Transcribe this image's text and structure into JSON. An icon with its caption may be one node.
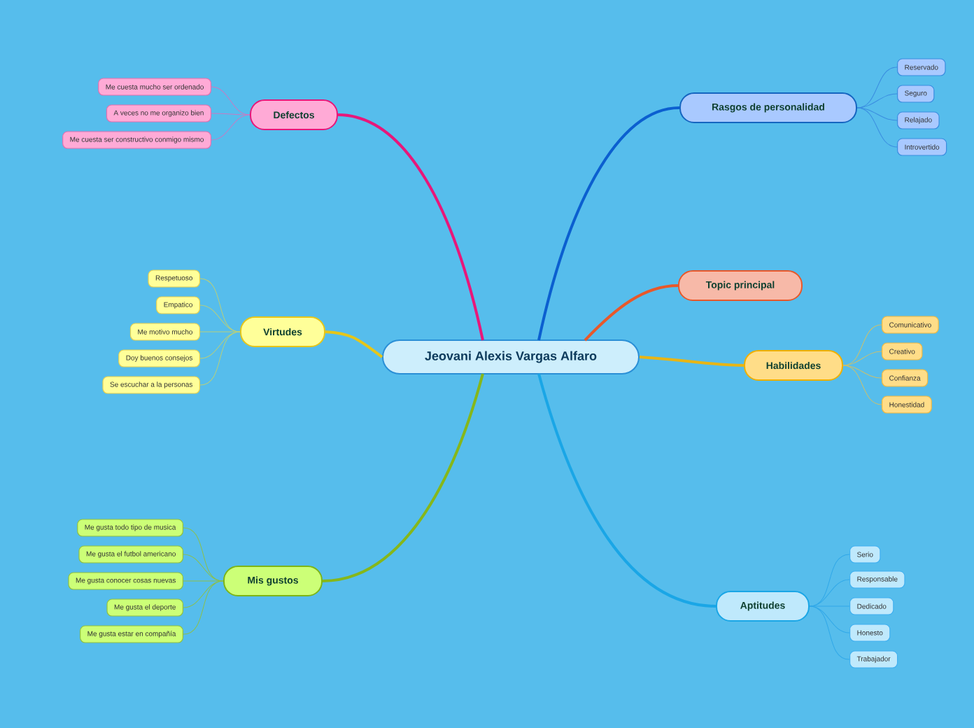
{
  "diagram": {
    "nodes": [
      {
        "text": [
          "Jeovani Alexis Vargas Alfaro"
        ]
      },
      {
        "text": [
          "Defectos"
        ]
      },
      {
        "text": [
          "Me cuesta mucho ser ordenado"
        ]
      },
      {
        "text": [
          "A veces no me organizo bien"
        ]
      },
      {
        "text": [
          "Me cuesta ser constructivo conmigo mismo"
        ]
      },
      {
        "text": [
          "Rasgos de personalidad"
        ]
      },
      {
        "text": [
          "Reservado"
        ]
      },
      {
        "text": [
          "Seguro"
        ]
      },
      {
        "text": [
          "Relajado"
        ]
      },
      {
        "text": [
          "Introvertido"
        ]
      },
      {
        "text": [
          "Topic principal"
        ]
      },
      {
        "text": [
          "Virtudes"
        ]
      },
      {
        "text": [
          "Respetuoso"
        ]
      },
      {
        "text": [
          "Empatico"
        ]
      },
      {
        "text": [
          "Me motivo mucho"
        ]
      },
      {
        "text": [
          "Doy buenos consejos"
        ]
      },
      {
        "text": [
          "Se escuchar  a la personas"
        ]
      },
      {
        "text": [
          "Habilidades"
        ]
      },
      {
        "text": [
          "Comunicativo"
        ]
      },
      {
        "text": [
          "Creativo"
        ]
      },
      {
        "text": [
          "Confianza"
        ]
      },
      {
        "text": [
          "Honestidad"
        ]
      },
      {
        "text": [
          "Mis gustos"
        ]
      },
      {
        "text": [
          "Me gusta todo tipo de musica"
        ]
      },
      {
        "text": [
          "Me gusta el futbol americano"
        ]
      },
      {
        "text": [
          "Me gusta conocer cosas nuevas"
        ]
      },
      {
        "text": [
          "Me gusta el deporte"
        ]
      },
      {
        "text": [
          "Me gusta estar en compañía"
        ]
      },
      {
        "text": [
          "Aptitudes"
        ]
      },
      {
        "text": [
          "Serio"
        ]
      },
      {
        "text": [
          "Responsable"
        ]
      },
      {
        "text": [
          "Dedicado"
        ]
      },
      {
        "text": [
          "Honesto"
        ]
      },
      {
        "text": [
          "Trabajador"
        ]
      }
    ],
    "edges": [
      {
        "from": 0,
        "to": 1,
        "arrow": "none",
        "style": "thick",
        "color": "#e8177a"
      },
      {
        "from": 1,
        "to": 2,
        "arrow": "none",
        "color": "#c77bc4"
      },
      {
        "from": 1,
        "to": 3,
        "arrow": "none",
        "color": "#c77bc4"
      },
      {
        "from": 1,
        "to": 4,
        "arrow": "none",
        "color": "#c77bc4"
      },
      {
        "from": 0,
        "to": 5,
        "arrow": "none",
        "style": "thick",
        "color": "#0b5fd0"
      },
      {
        "from": 5,
        "to": 6,
        "arrow": "none",
        "color": "#3a8de0"
      },
      {
        "from": 5,
        "to": 7,
        "arrow": "none",
        "color": "#3a8de0"
      },
      {
        "from": 5,
        "to": 8,
        "arrow": "none",
        "color": "#3a8de0"
      },
      {
        "from": 5,
        "to": 9,
        "arrow": "none",
        "color": "#3a8de0"
      },
      {
        "from": 0,
        "to": 10,
        "arrow": "none",
        "style": "thick",
        "color": "#e8582a"
      },
      {
        "from": 0,
        "to": 11,
        "arrow": "none",
        "style": "thick",
        "color": "#e6c619"
      },
      {
        "from": 11,
        "to": 12,
        "arrow": "none",
        "color": "#b8cf7a"
      },
      {
        "from": 11,
        "to": 13,
        "arrow": "none",
        "color": "#b8cf7a"
      },
      {
        "from": 11,
        "to": 14,
        "arrow": "none",
        "color": "#b8cf7a"
      },
      {
        "from": 11,
        "to": 15,
        "arrow": "none",
        "color": "#b8cf7a"
      },
      {
        "from": 11,
        "to": 16,
        "arrow": "none",
        "color": "#b8cf7a"
      },
      {
        "from": 0,
        "to": 17,
        "arrow": "none",
        "style": "thick",
        "color": "#e8b515"
      },
      {
        "from": 17,
        "to": 18,
        "arrow": "none",
        "color": "#c8c070"
      },
      {
        "from": 17,
        "to": 19,
        "arrow": "none",
        "color": "#c8c070"
      },
      {
        "from": 17,
        "to": 20,
        "arrow": "none",
        "color": "#c8c070"
      },
      {
        "from": 17,
        "to": 21,
        "arrow": "none",
        "color": "#c8c070"
      },
      {
        "from": 0,
        "to": 22,
        "arrow": "none",
        "style": "thick",
        "color": "#86b71a"
      },
      {
        "from": 22,
        "to": 23,
        "arrow": "none",
        "color": "#8cc04a"
      },
      {
        "from": 22,
        "to": 24,
        "arrow": "none",
        "color": "#8cc04a"
      },
      {
        "from": 22,
        "to": 25,
        "arrow": "none",
        "color": "#8cc04a"
      },
      {
        "from": 22,
        "to": 26,
        "arrow": "none",
        "color": "#8cc04a"
      },
      {
        "from": 22,
        "to": 27,
        "arrow": "none",
        "color": "#8cc04a"
      },
      {
        "from": 0,
        "to": 28,
        "arrow": "none",
        "style": "thick",
        "color": "#1aa6e6"
      },
      {
        "from": 28,
        "to": 29,
        "arrow": "none",
        "color": "#30a8e8"
      },
      {
        "from": 28,
        "to": 30,
        "arrow": "none",
        "color": "#30a8e8"
      },
      {
        "from": 28,
        "to": 31,
        "arrow": "none",
        "color": "#30a8e8"
      },
      {
        "from": 28,
        "to": 32,
        "arrow": "none",
        "color": "#30a8e8"
      },
      {
        "from": 28,
        "to": 33,
        "arrow": "none",
        "color": "#30a8e8"
      }
    ]
  }
}
